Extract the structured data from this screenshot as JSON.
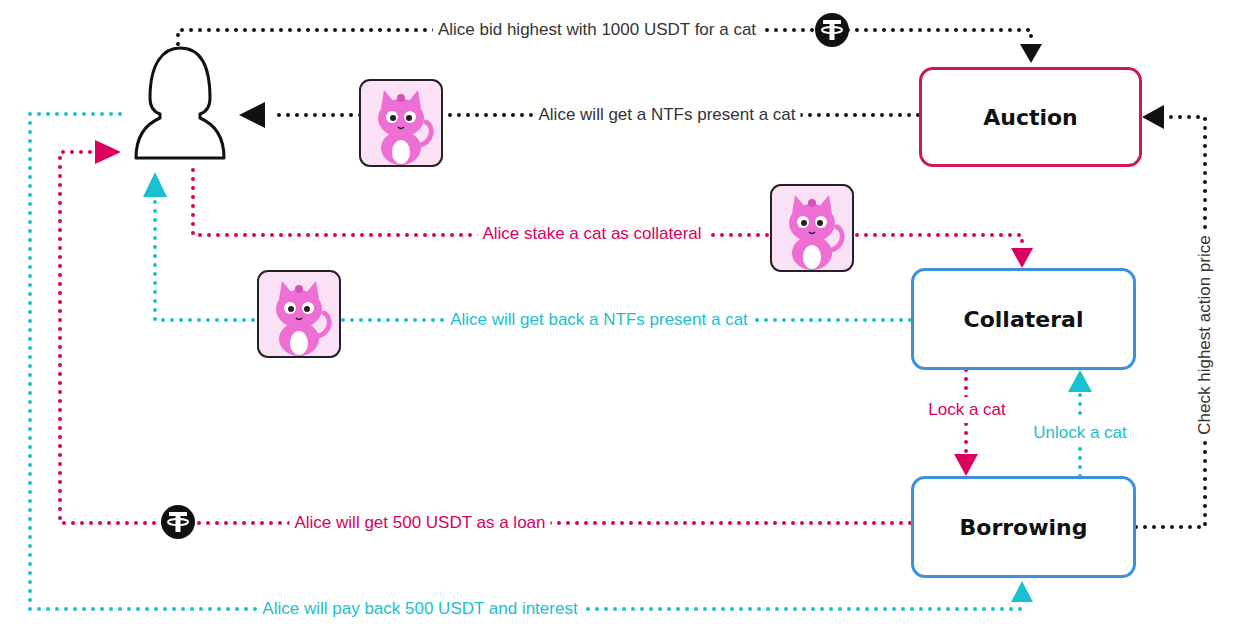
{
  "diagram": {
    "nodes": [
      {
        "text": [
          "Auction"
        ]
      },
      {
        "text": [
          "Collateral"
        ]
      },
      {
        "text": [
          "Borrowing"
        ]
      }
    ],
    "edges": [
      {
        "from": 1,
        "to": 2,
        "arrow": "to",
        "label": "Lock a cat"
      },
      {
        "from": 2,
        "to": 1,
        "arrow": "to",
        "label": "Unlock a cat"
      },
      {
        "from": 2,
        "to": 0,
        "arrow": "to",
        "label": "Check highest action price"
      }
    ],
    "labels": [
      "Alice bid highest with 1000 USDT for a cat",
      "Alice will get a NTFs present a cat",
      "Alice stake a cat as collateral",
      "Alice will get back a NTFs present a cat",
      "Alice will get 500 USDT as a loan",
      "Alice will pay back 500 USDT and interest"
    ]
  }
}
